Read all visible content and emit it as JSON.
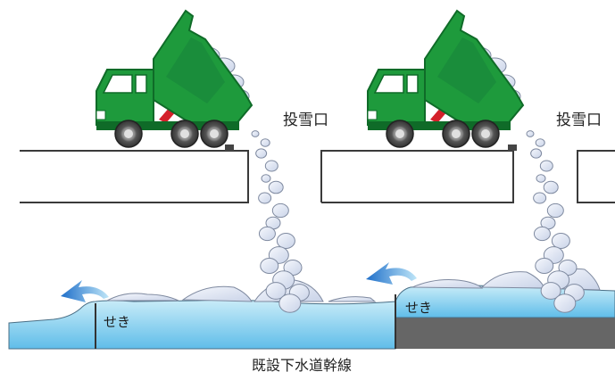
{
  "labels": {
    "inlet": "投雪口",
    "weir": "せき",
    "caption": "既設下水道幹線"
  },
  "colors": {
    "truck_green": "#1e9a3c",
    "truck_dark": "#0f6b28",
    "water_light": "#bfe6f6",
    "water_mid": "#69c3ec",
    "arrow_blue": "#2a7fd4",
    "snow": "#e4eaf6",
    "snow_outline": "#7f8aa0",
    "platform_outline": "#3a3a3a",
    "channel_floor": "#666666"
  },
  "icons": [
    "dump-truck-icon",
    "flow-arrow-icon",
    "snow-chunk-icon"
  ]
}
